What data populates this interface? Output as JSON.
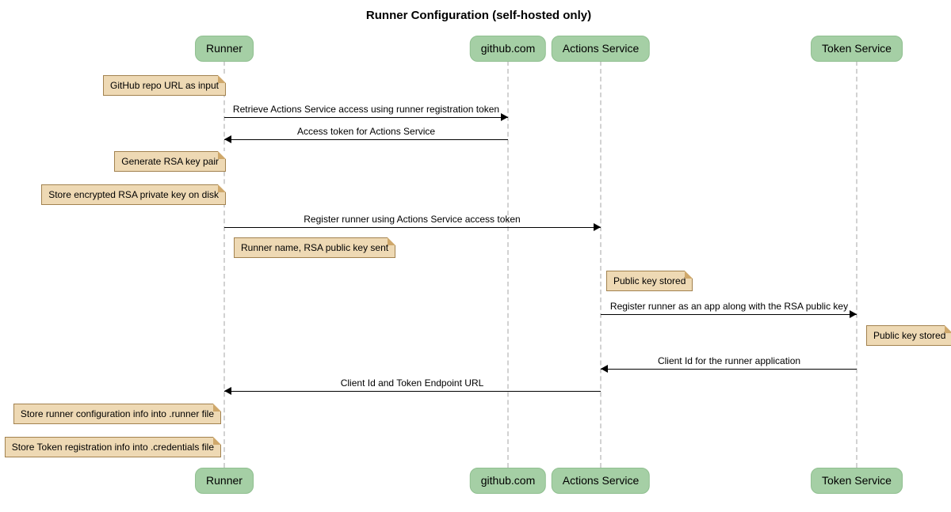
{
  "title": "Runner Configuration (self-hosted only)",
  "theme": {
    "participant_fill": "#a5cfa5",
    "participant_border": "#8fbf8f",
    "note_fill": "#eed9b4",
    "note_border": "#a2824f",
    "note_fold": "#cfa86b",
    "lifeline_color": "#d2d2d2",
    "arrow_color": "#000000"
  },
  "participants": [
    {
      "label": "Runner"
    },
    {
      "label": "github.com"
    },
    {
      "label": "Actions Service"
    },
    {
      "label": "Token Service"
    }
  ],
  "messages": [
    {
      "from": "Runner",
      "to": "github.com",
      "direction": "right",
      "label": "Retrieve Actions Service access using runner registration token"
    },
    {
      "from": "github.com",
      "to": "Runner",
      "direction": "left",
      "label": "Access token for Actions Service"
    },
    {
      "from": "Runner",
      "to": "Actions Service",
      "direction": "right",
      "label": "Register runner using Actions Service access token"
    },
    {
      "from": "Actions Service",
      "to": "Token Service",
      "direction": "right",
      "label": "Register runner as an app along with the RSA public key"
    },
    {
      "from": "Token Service",
      "to": "Actions Service",
      "direction": "left",
      "label": "Client Id for the runner application"
    },
    {
      "from": "Actions Service",
      "to": "Runner",
      "direction": "left",
      "label": "Client Id and Token Endpoint URL"
    }
  ],
  "notes": [
    {
      "text": "GitHub repo URL as input",
      "position": "left of Runner"
    },
    {
      "text": "Generate RSA key pair",
      "position": "left of Runner"
    },
    {
      "text": "Store encrypted RSA private key on disk",
      "position": "left of Runner"
    },
    {
      "text": "Runner name, RSA public key sent",
      "position": "right of Runner"
    },
    {
      "text": "Public key stored",
      "position": "right of Actions Service"
    },
    {
      "text": "Public key stored",
      "position": "right of Token Service"
    },
    {
      "text": "Store runner configuration info into .runner file",
      "position": "left of Runner"
    },
    {
      "text": "Store Token registration info into .credentials file",
      "position": "left of Runner"
    }
  ]
}
